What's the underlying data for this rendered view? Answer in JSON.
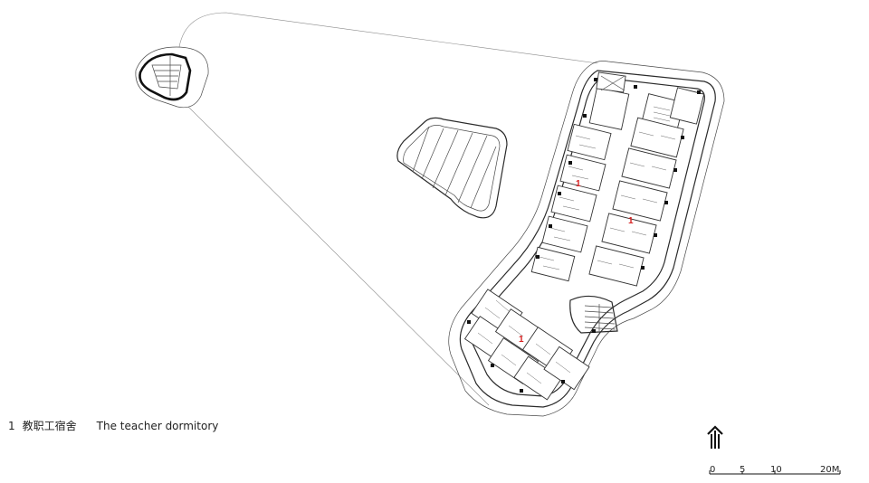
{
  "drawing": {
    "room_tags": [
      "1",
      "1",
      "1"
    ],
    "tag_color": "#d62020",
    "line_color": "#2b2b2b"
  },
  "legend": {
    "number": "1",
    "label_cn": "教职工宿舍",
    "label_en": "The teacher dormitory"
  },
  "scale": {
    "ticks": [
      "0",
      "5",
      "10",
      "20M"
    ]
  },
  "north_arrow": {
    "icon": "north-arrow-icon"
  }
}
